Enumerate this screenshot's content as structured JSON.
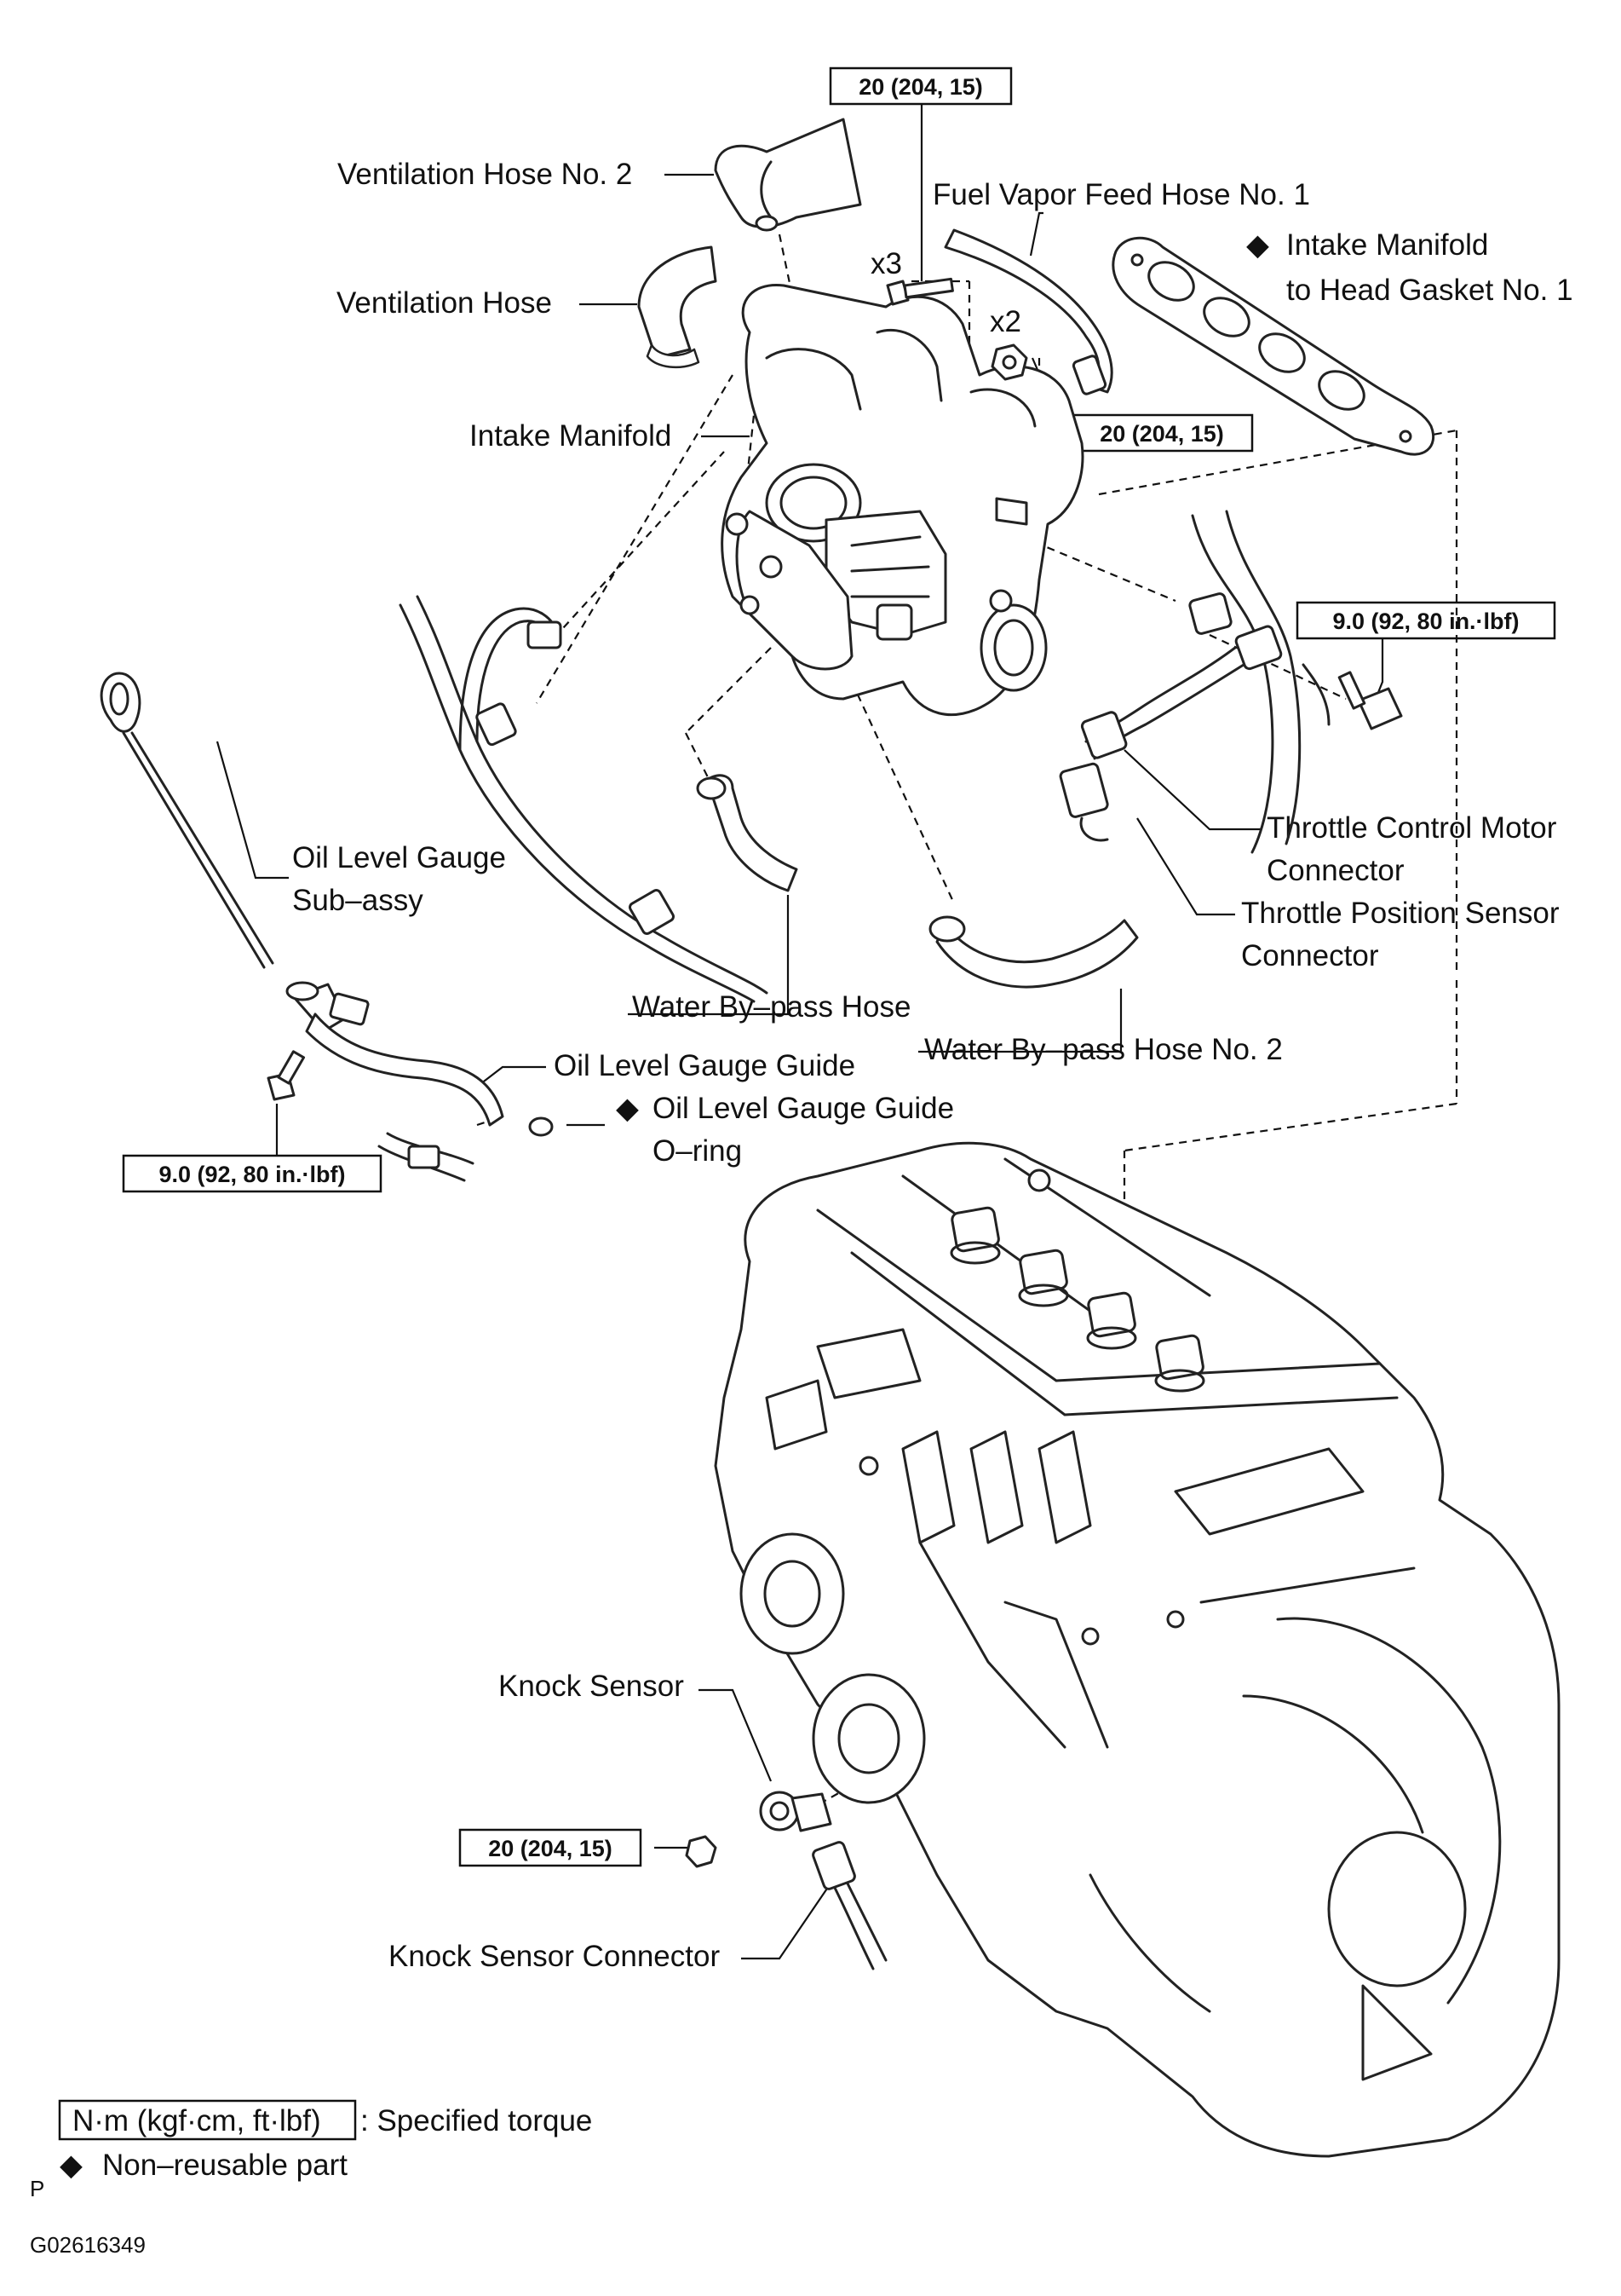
{
  "labels": {
    "vent_hose_2": "Ventilation Hose No. 2",
    "vent_hose": "Ventilation Hose",
    "intake_manifold": "Intake Manifold",
    "fuel_vapor": "Fuel Vapor Feed Hose No. 1",
    "gasket_l1": "Intake Manifold",
    "gasket_l2": "to Head Gasket No. 1",
    "x3": "x3",
    "x2": "x2",
    "oil_gauge_l1": "Oil Level Gauge",
    "oil_gauge_l2": "Sub–assy",
    "throttle_motor_l1": "Throttle Control Motor",
    "throttle_motor_l2": "Connector",
    "tps_l1": "Throttle Position Sensor",
    "tps_l2": "Connector",
    "water_bypass": "Water By–pass Hose",
    "water_bypass_2": "Water By–pass Hose No. 2",
    "oil_guide": "Oil Level Gauge Guide",
    "oring_l1": "Oil Level Gauge Guide",
    "oring_l2": "O–ring",
    "knock_sensor": "Knock Sensor",
    "knock_connector": "Knock Sensor Connector"
  },
  "torques": {
    "top": "20 (204, 15)",
    "mid": "20 (204, 15)",
    "right": "9.0 (92, 80 in.·lbf)",
    "left": "9.0 (92, 80 in.·lbf)",
    "knock": "20 (204, 15)"
  },
  "legend": {
    "torque_unit": "N·m (kgf·cm, ft·lbf)",
    "torque_desc": ": Specified torque",
    "nonreusable": "Non–reusable part",
    "diamond": "◆"
  },
  "footer": {
    "p": "P",
    "code": "G02616349"
  }
}
